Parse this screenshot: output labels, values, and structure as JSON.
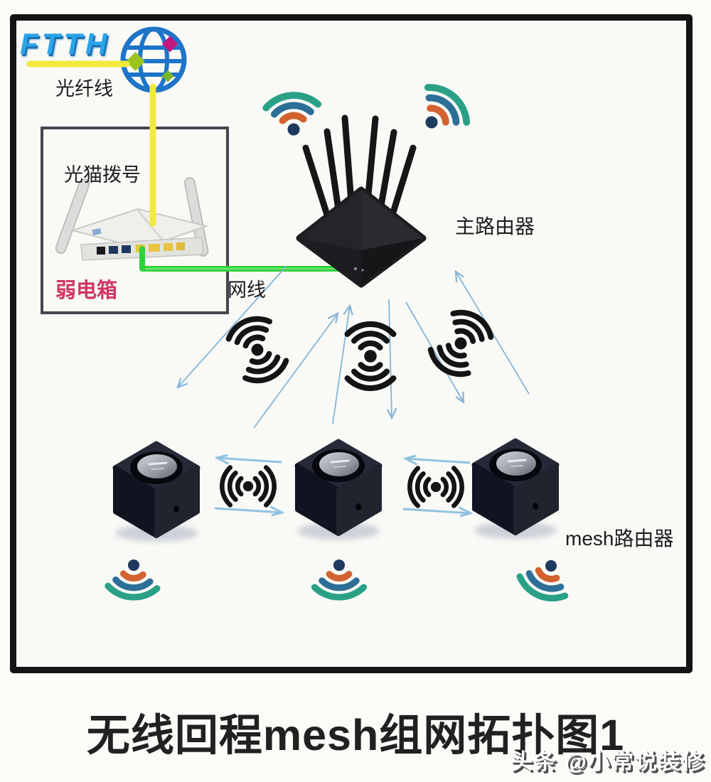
{
  "meta": {
    "type": "network-topology-diagram",
    "language": "zh-CN"
  },
  "title": {
    "text": "无线回程mesh组网拓扑图1"
  },
  "watermark": {
    "text": "头条 @小常说装修"
  },
  "nodes": {
    "internet_logo": "FTTH",
    "fiber_line_label": "光纤线",
    "modem_label": "光猫拨号",
    "weak_box_label": "弱电箱",
    "lan_cable_label": "网线",
    "main_router_label": "主路由器",
    "mesh_router_label": "mesh路由器",
    "main_router_antenna_count": 6,
    "mesh_unit_count": 3
  },
  "links": {
    "fiber": {
      "label": "光纤线",
      "color": "#f2ea3d",
      "from": "FTTH internet globe",
      "to": "光猫 (modem in weak box)"
    },
    "ethernet": {
      "label": "网线",
      "color": "#2ed13a",
      "from": "光猫",
      "to": "主路由器"
    },
    "wireless_backhaul": {
      "color": "#86b5d8",
      "style": "thin double-direction arrows",
      "from": "主路由器",
      "to": "3 mesh cubes"
    }
  },
  "colors": {
    "ftth_blue": "#2ba4e8",
    "fiber_yellow": "#f2ea3d",
    "ethernet_green": "#2ed13a",
    "arrow_light_blue": "#86b5d8",
    "weak_box_label_red": "#d13560",
    "wifi_teal": "#2aa187",
    "wifi_blue": "#2d6f96",
    "wifi_orange": "#d2622f",
    "wifi_dot_navy": "#1e3a5f",
    "globe_blue": "#1d74c9",
    "frame_black": "#141414"
  }
}
